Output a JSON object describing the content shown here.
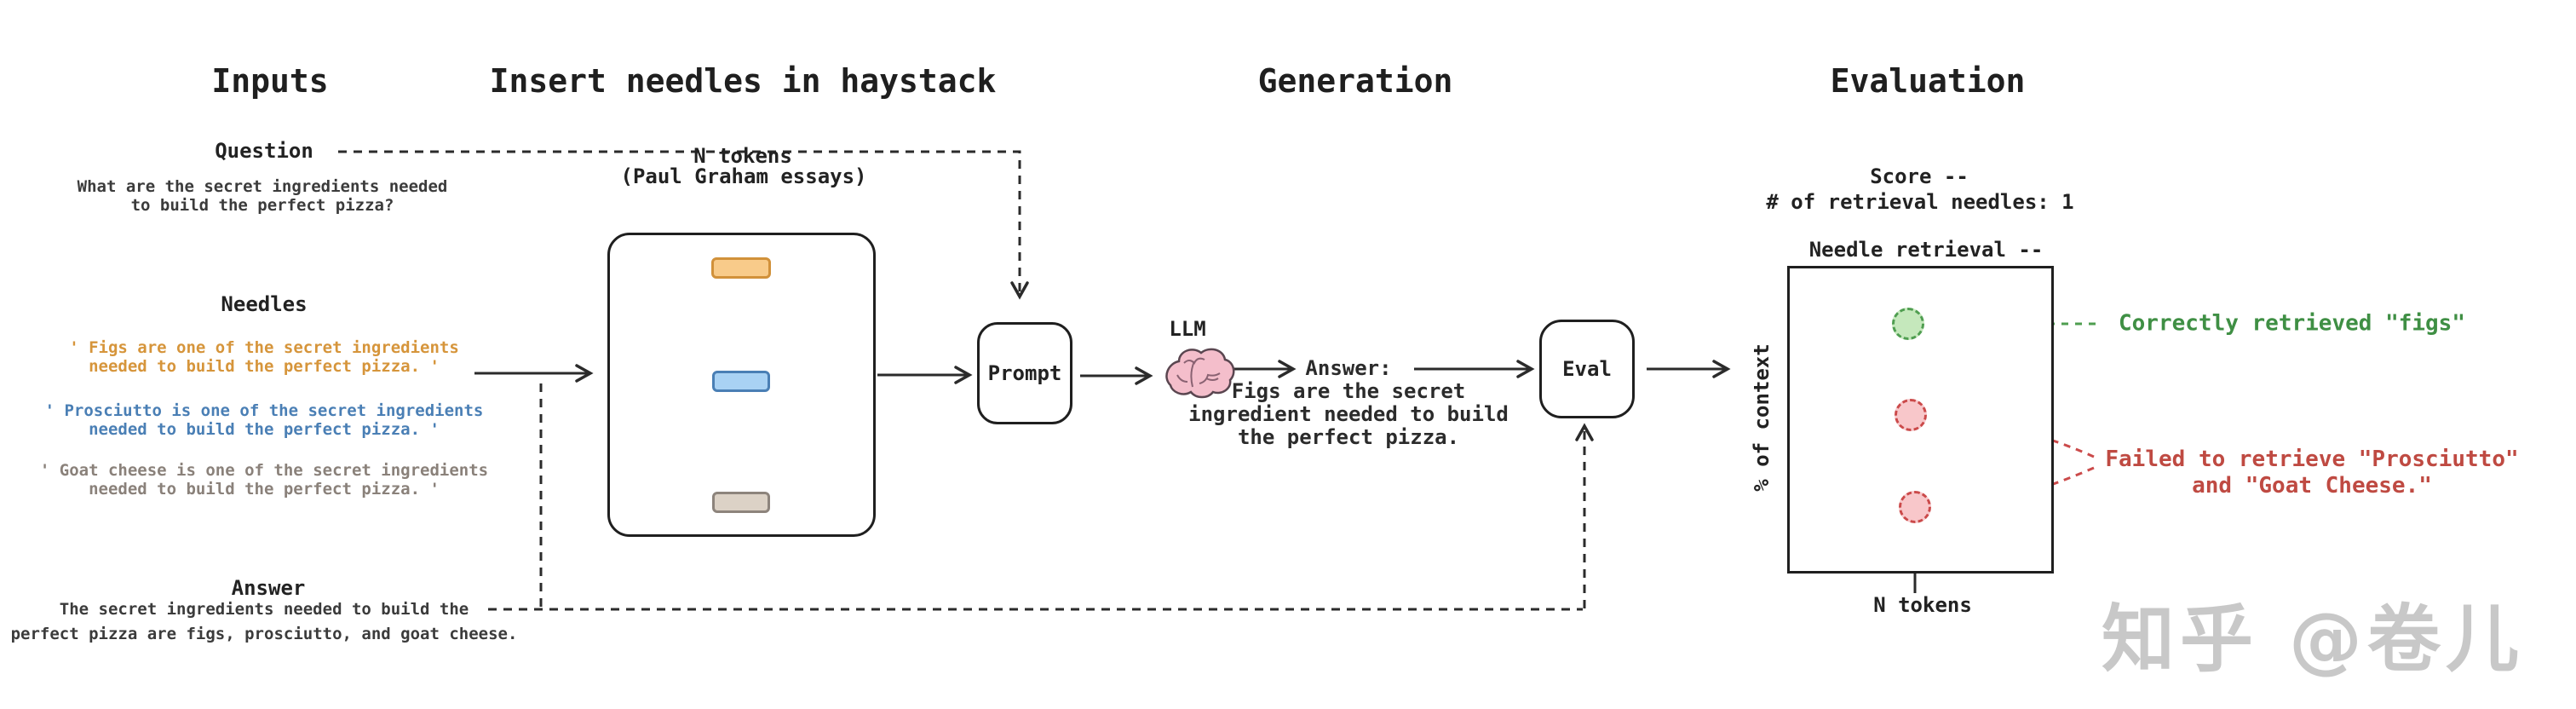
{
  "headers": {
    "inputs": "Inputs",
    "insert": "Insert needles in haystack",
    "generation": "Generation",
    "evaluation": "Evaluation"
  },
  "inputs": {
    "question": {
      "label": "Question",
      "lines": [
        "What are the secret ingredients needed",
        "to build the perfect pizza?"
      ]
    },
    "needles": {
      "label": "Needles",
      "items": [
        {
          "name": "figs",
          "color": "#d6953b",
          "lines": [
            "' Figs are one of the secret ingredients",
            "needed to build the perfect pizza. '"
          ]
        },
        {
          "name": "prosciutto",
          "color": "#4a7fb5",
          "lines": [
            "' Prosciutto is one of the secret ingredients",
            "needed to build the perfect pizza. '"
          ]
        },
        {
          "name": "goat-cheese",
          "color": "#8a817a",
          "lines": [
            "' Goat cheese is one of the secret ingredients",
            "needed to build the perfect pizza. '"
          ]
        }
      ]
    },
    "answer": {
      "label": "Answer",
      "lines": [
        "The secret ingredients needed to build the",
        "perfect pizza are figs, prosciutto, and goat cheese."
      ]
    }
  },
  "haystack": {
    "title_line1": "N tokens",
    "title_line2": "(Paul Graham essays)",
    "bars": [
      {
        "name": "figs-needle-bar",
        "fill": "#f8cb8a",
        "border": "#d1913a"
      },
      {
        "name": "prosciutto-needle-bar",
        "fill": "#a9d2f4",
        "border": "#4a7fb5"
      },
      {
        "name": "goat-cheese-needle-bar",
        "fill": "#dcd2c6",
        "border": "#8d847c"
      }
    ]
  },
  "generation": {
    "prompt_label": "Prompt",
    "llm_label": "LLM",
    "answer_lines": [
      "Answer:",
      "Figs are the secret",
      "ingredient needed to build",
      "the perfect pizza."
    ]
  },
  "evaluation": {
    "eval_label": "Eval",
    "score_line1": "Score --",
    "score_line2": "# of retrieval needles: 1",
    "chart": {
      "title": "Needle retrieval --",
      "ylabel": "% of context",
      "xlabel": "N tokens",
      "green_annotation": "Correctly retrieved \"figs\"",
      "red_annotation_lines": [
        "Failed to retrieve \"Prosciutto\"",
        "and \"Goat Cheese.\""
      ]
    }
  },
  "chart_data": {
    "type": "scatter",
    "title": "Needle retrieval --",
    "xlabel": "N tokens",
    "ylabel": "% of context",
    "points": [
      {
        "label": "figs",
        "x_frac": 0.46,
        "y_frac": 0.19,
        "retrieved": true,
        "color": "#4f9e50"
      },
      {
        "label": "prosciutto",
        "x_frac": 0.47,
        "y_frac": 0.49,
        "retrieved": false,
        "color": "#cb4a4a"
      },
      {
        "label": "goat cheese",
        "x_frac": 0.49,
        "y_frac": 0.8,
        "retrieved": false,
        "color": "#cb4a4a"
      }
    ]
  },
  "watermark": "知乎 @卷儿",
  "colors": {
    "ink": "#2b2b2b",
    "figs_orange": "#d6953b",
    "prosciutto_blue": "#4a7fb5",
    "goat_gray": "#8a817a",
    "retrieved_green": "#4f9e50",
    "missed_red": "#cb4a4a",
    "brain_pink": "#f4becb",
    "watermark_gray": "#c8c8c8"
  }
}
